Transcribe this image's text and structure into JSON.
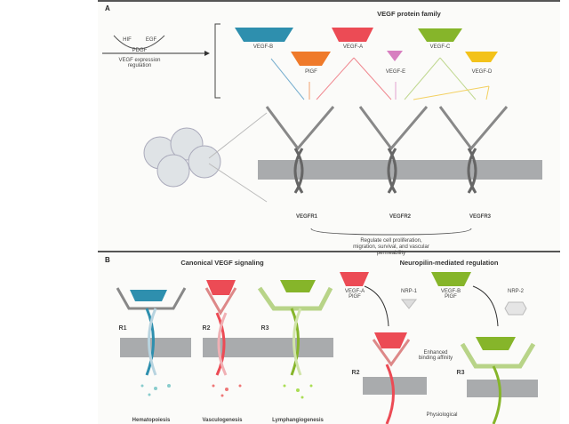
{
  "panel_a": {
    "label": "A",
    "title": "VEGF protein family",
    "regulators": [
      "HIF",
      "EGF",
      "PDGF"
    ],
    "regulation_label": "VEGF expression regulation",
    "ligands": [
      {
        "name": "VEGF-B",
        "color": "#2e8fae"
      },
      {
        "name": "PlGF",
        "color": "#ef7a2a"
      },
      {
        "name": "VEGF-A",
        "color": "#ec4b55"
      },
      {
        "name": "VEGF-E",
        "color": "#d77fc0"
      },
      {
        "name": "VEGF-C",
        "color": "#86b52a"
      },
      {
        "name": "VEGF-D",
        "color": "#f3c21a"
      }
    ],
    "receptors": [
      "VEGFR1",
      "VEGFR2",
      "VEGFR3"
    ],
    "outcome": "Regulate cell proliferation, migration, survival, and vascular permeability"
  },
  "panel_b": {
    "label": "B",
    "canonical_title": "Canonical VEGF signaling",
    "neuropilin_title": "Neuropilin-mediated regulation",
    "receptors": [
      "R1",
      "R2",
      "R3"
    ],
    "outcomes": [
      "Hematopoiesis",
      "Vasculogenesis",
      "Lymphangiogenesis"
    ],
    "np_left": {
      "ligand": "VEGF-A\nPlGF",
      "coreceptor": "NRP-1",
      "receptor": "R2"
    },
    "np_right": {
      "ligand": "VEGF-B\nPlGF",
      "coreceptor": "NRP-2",
      "receptor": "R3"
    },
    "effect": "Enhanced binding affinity",
    "bottom_text": "Physiological"
  }
}
